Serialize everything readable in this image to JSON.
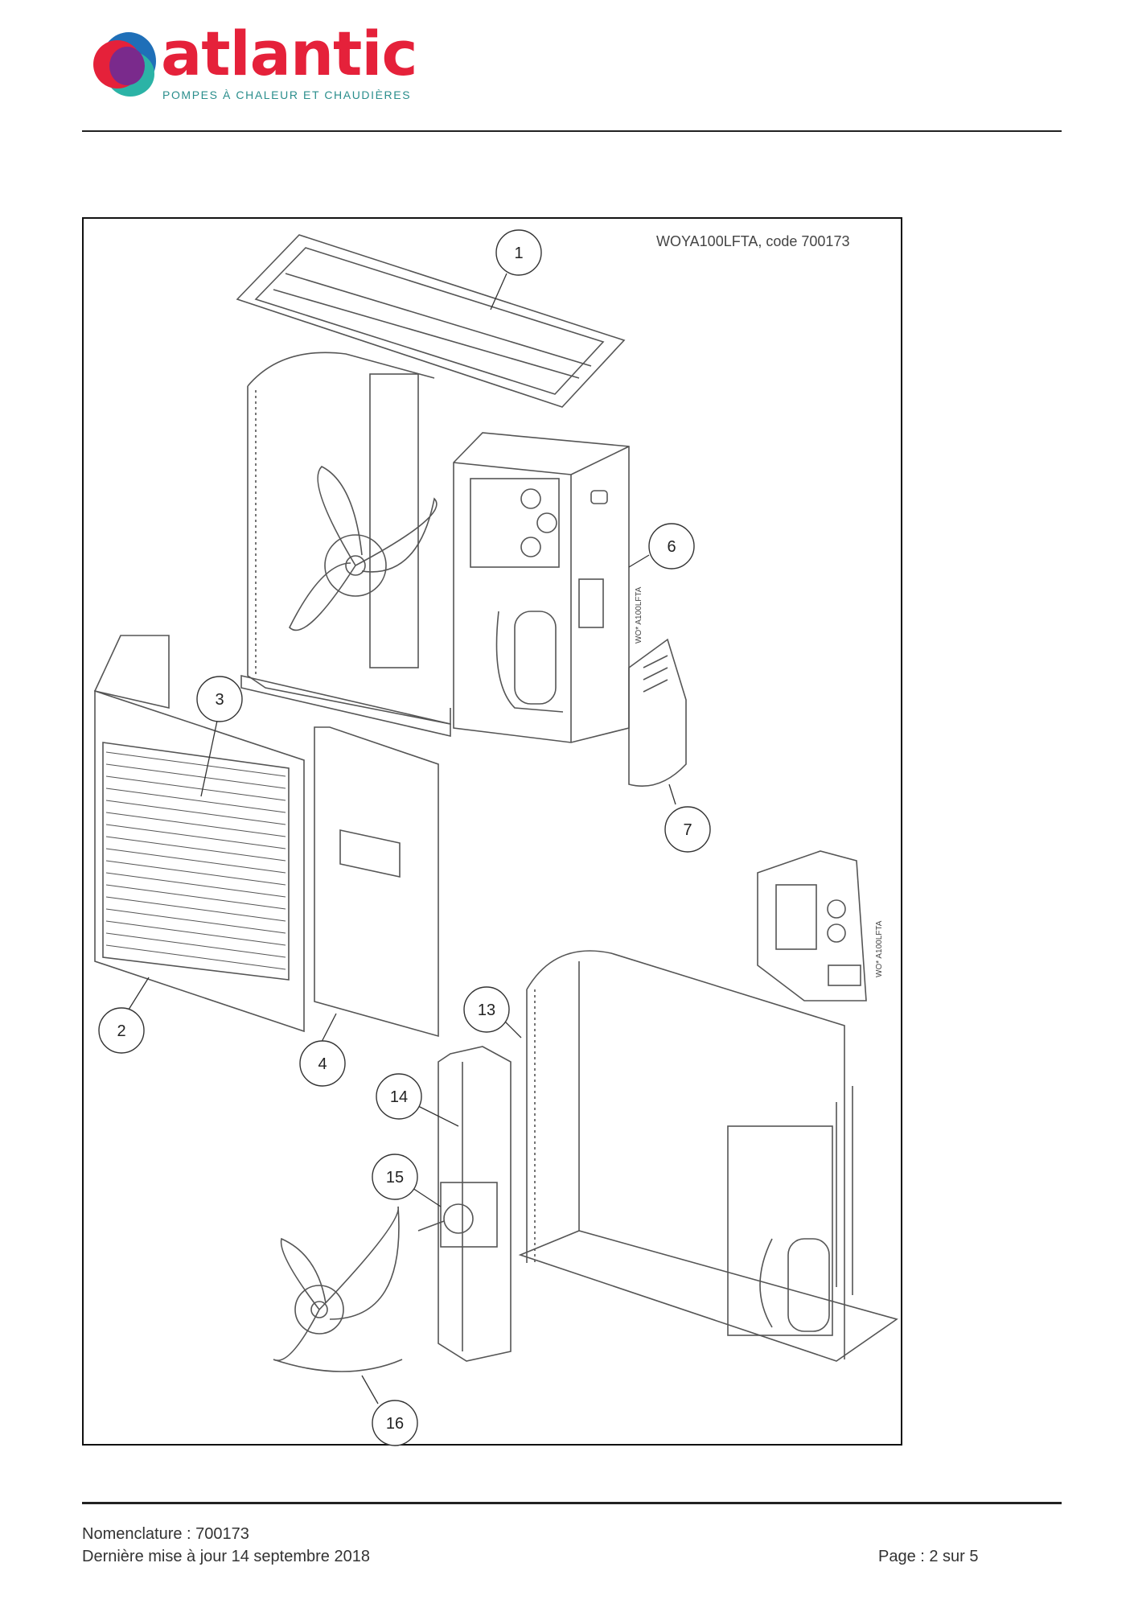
{
  "header": {
    "brand": "atlantic",
    "tagline": "POMPES À CHALEUR ET CHAUDIÈRES"
  },
  "diagram": {
    "title": "WOYA100LFTA, code 700173",
    "unit_label": "WO* A100LFTA",
    "callouts": [
      "1",
      "2",
      "3",
      "4",
      "6",
      "7",
      "13",
      "14",
      "15",
      "16"
    ]
  },
  "footer": {
    "nomenclature": "Nomenclature : 700173",
    "updated": "Dernière mise à jour 14 septembre 2018",
    "page": "Page : 2 sur 5"
  },
  "colors": {
    "brand_red": "#e5213a",
    "brand_teal": "#2a8e8c"
  }
}
